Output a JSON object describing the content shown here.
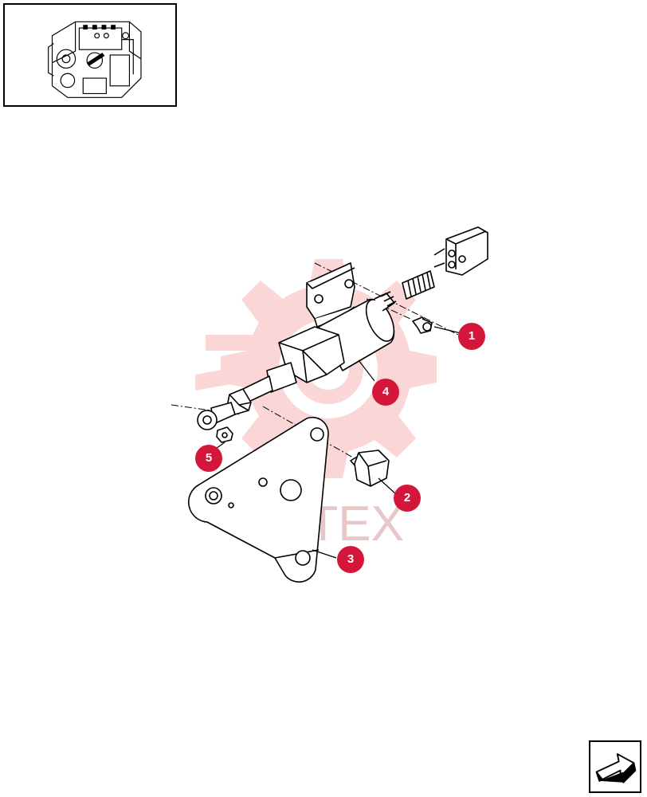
{
  "watermark": {
    "text": "ИНТЕХ",
    "color": "#f4b9b9"
  },
  "callout_color": "#d4163a",
  "callouts": [
    {
      "label": "1"
    },
    {
      "label": "2"
    },
    {
      "label": "3"
    },
    {
      "label": "4"
    },
    {
      "label": "5"
    }
  ],
  "icons": {
    "thumbnail": "engine-thumbnail-icon",
    "navigation": "next-page-arrow-icon"
  }
}
